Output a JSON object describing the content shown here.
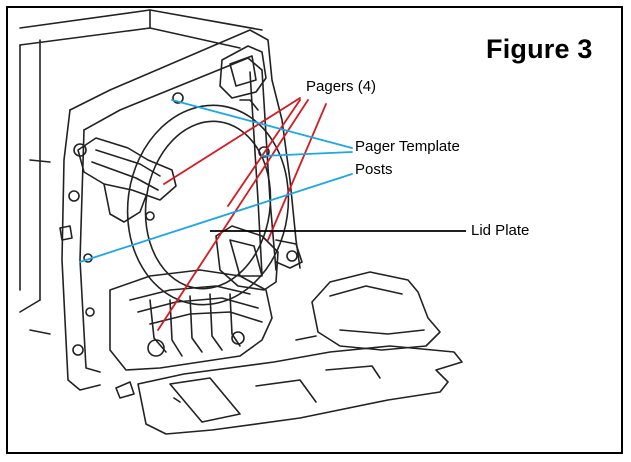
{
  "figure": {
    "title": "Figure 3",
    "labels": {
      "pagers": "Pagers (4)",
      "pager_template": "Pager Template",
      "posts": "Posts",
      "lid_plate": "Lid Plate"
    },
    "colors": {
      "pagers_lines": "#d71920",
      "template_posts_lines": "#1ea6e6",
      "lid_plate_line": "#000000",
      "drawing": "#222222"
    }
  }
}
